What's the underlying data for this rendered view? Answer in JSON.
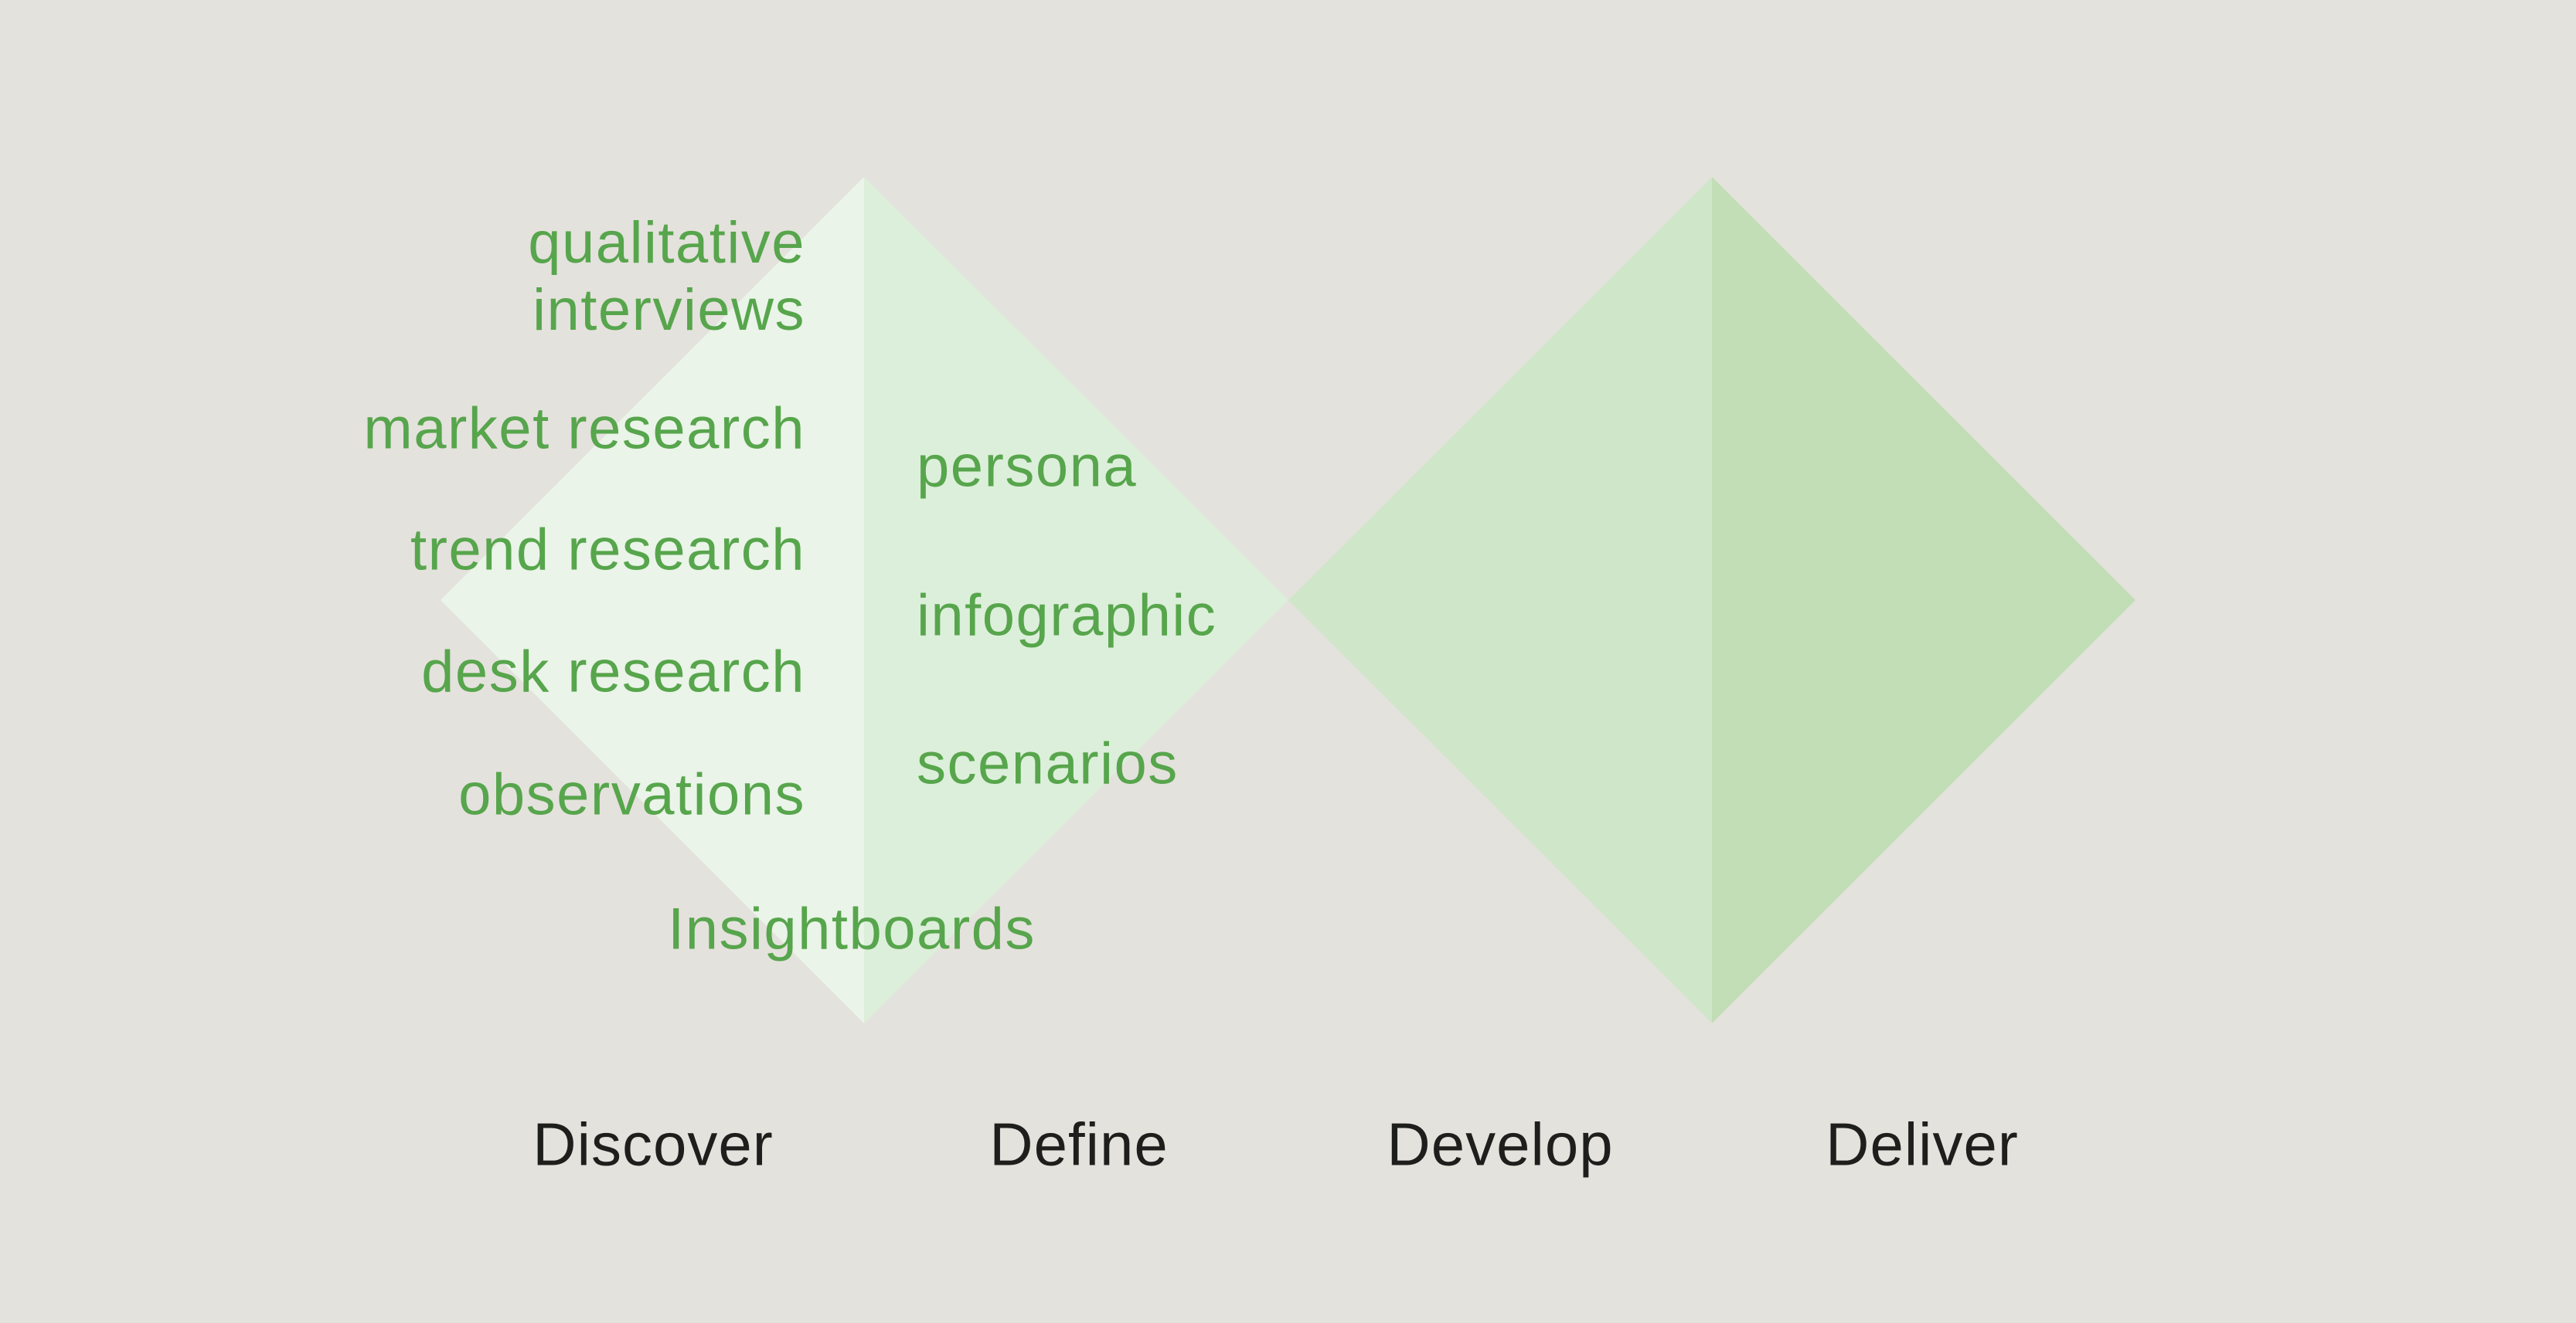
{
  "title": "Double Diamond design process diagram",
  "colors": {
    "background": "#e4e2dd",
    "discover_fill": "#eaf4e8",
    "define_fill": "#dcefda",
    "develop_fill": "#cfe6c9",
    "deliver_fill": "#c1deb6",
    "method_text": "#57a54c",
    "phase_text": "#1e1e1c"
  },
  "discover_methods": {
    "qualitative_interviews": "qualitative\ninterviews",
    "market_research": "market research",
    "trend_research": "trend research",
    "desk_research": "desk research",
    "observations": "observations"
  },
  "define_outputs": {
    "persona": "persona",
    "infographic": "infographic",
    "scenarios": "scenarios"
  },
  "insightboards_label": "Insightboards",
  "phases": {
    "discover": "Discover",
    "define": "Define",
    "develop": "Develop",
    "deliver": "Deliver"
  }
}
